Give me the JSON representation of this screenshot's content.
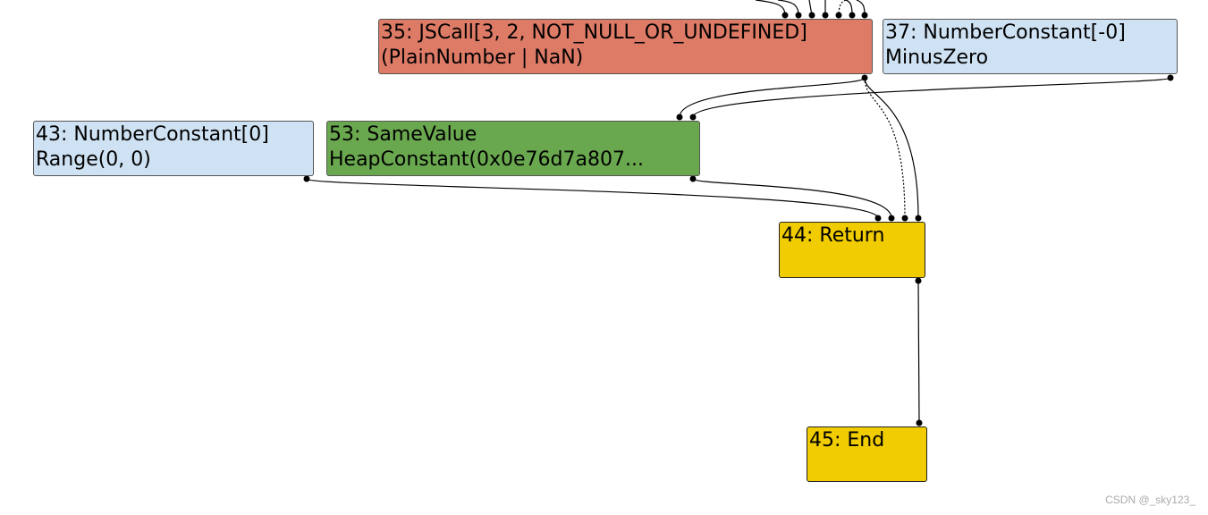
{
  "colors": {
    "jscall": "#de7b67",
    "constant": "#cfe2f3",
    "samevalue": "#6aa84f",
    "control": "#f0cc00"
  },
  "nodes": {
    "n35": {
      "line1": "35: JSCall[3, 2, NOT_NULL_OR_UNDEFINED]",
      "line2": "(PlainNumber | NaN)"
    },
    "n37": {
      "line1": "37: NumberConstant[-0]",
      "line2": "MinusZero"
    },
    "n43": {
      "line1": "43: NumberConstant[0]",
      "line2": "Range(0, 0)"
    },
    "n53": {
      "line1": "53: SameValue",
      "line2": "HeapConstant(0x0e76d7a807..."
    },
    "n44": {
      "line1": "44: Return"
    },
    "n45": {
      "line1": "45: End"
    }
  },
  "watermark": "CSDN @_sky123_"
}
